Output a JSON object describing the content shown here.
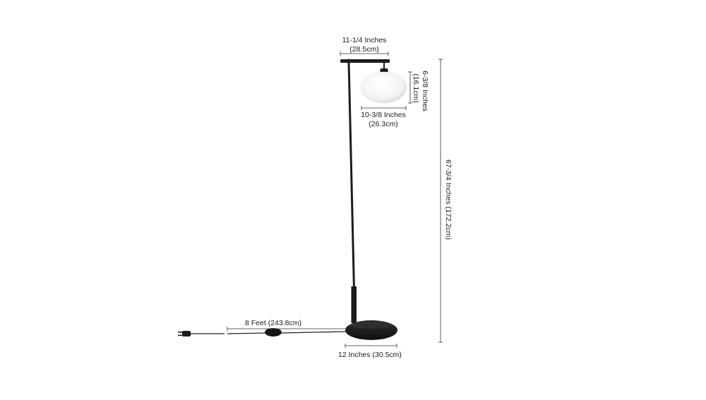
{
  "figure": {
    "subject": "floor lamp dimension diagram",
    "colors": {
      "lamp_body": "#1c1c1c",
      "shade": "#ffffff",
      "dimension_line": "#333333",
      "text": "#1a1a1a",
      "background": "#ffffff"
    }
  },
  "dimensions": {
    "arm_width": {
      "line1": "11-1/4 Inches",
      "line2": "(28.5cm)"
    },
    "shade_height": {
      "line1": "6-3/8 Inches",
      "line2": "(16.1cm)"
    },
    "shade_width": {
      "line1": "10-3/8 Inches",
      "line2": "(26.3cm)"
    },
    "total_height": "67-3/4 Inches (172.2cm)",
    "cord_length": "8 Feet (243.8cm)",
    "base_width": "12 Inches (30.5cm)"
  }
}
